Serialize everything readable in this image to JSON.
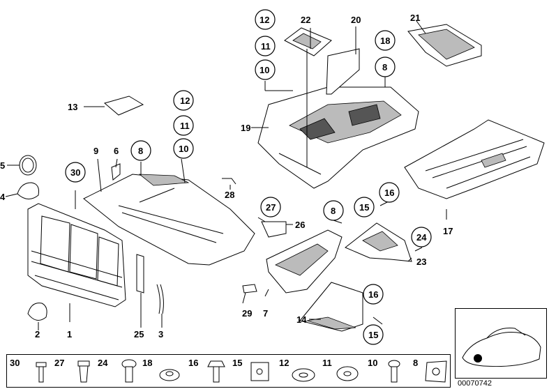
{
  "callouts": {
    "c1": "1",
    "c2": "2",
    "c3": "3",
    "c4": "4",
    "c5": "5",
    "c6": "6",
    "c7": "7",
    "c8a": "8",
    "c8b": "8",
    "c8c": "8",
    "c9": "9",
    "c10a": "10",
    "c10b": "10",
    "c11a": "11",
    "c11b": "11",
    "c12a": "12",
    "c12b": "12",
    "c13": "13",
    "c14": "14",
    "c15a": "15",
    "c15b": "15",
    "c16a": "16",
    "c16b": "16",
    "c17": "17",
    "c18": "18",
    "c19": "19",
    "c20": "20",
    "c21": "21",
    "c22": "22",
    "c23": "23",
    "c24": "24",
    "c25": "25",
    "c26": "26",
    "c27": "27",
    "c28": "28",
    "c29": "29",
    "c30": "30"
  },
  "fastener_strip": {
    "items": [
      "30",
      "27",
      "24",
      "18",
      "16",
      "15",
      "12",
      "11",
      "10",
      "8"
    ]
  },
  "image_id": "00070742"
}
